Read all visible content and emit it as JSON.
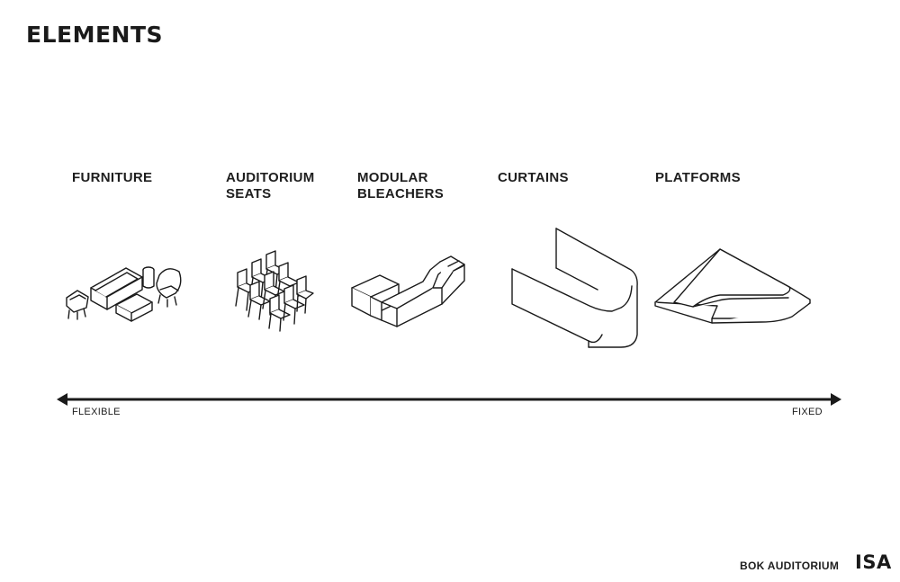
{
  "page": {
    "title": "ELEMENTS"
  },
  "categories": [
    {
      "lines": [
        "FURNITURE"
      ],
      "icon": "furniture-icon"
    },
    {
      "lines": [
        "AUDITORIUM",
        "SEATS"
      ],
      "icon": "auditorium-seats-icon"
    },
    {
      "lines": [
        "MODULAR",
        "BLEACHERS"
      ],
      "icon": "modular-bleachers-icon"
    },
    {
      "lines": [
        "CURTAINS"
      ],
      "icon": "curtains-icon"
    },
    {
      "lines": [
        "PLATFORMS"
      ],
      "icon": "platforms-icon"
    }
  ],
  "axis": {
    "left_label": "FLEXIBLE",
    "right_label": "FIXED",
    "icon": "double-arrow-icon"
  },
  "footer": {
    "project": "BOK AUDITORIUM",
    "logo": "ISA"
  },
  "colors": {
    "ink": "#1a1a1a",
    "background": "#ffffff"
  }
}
